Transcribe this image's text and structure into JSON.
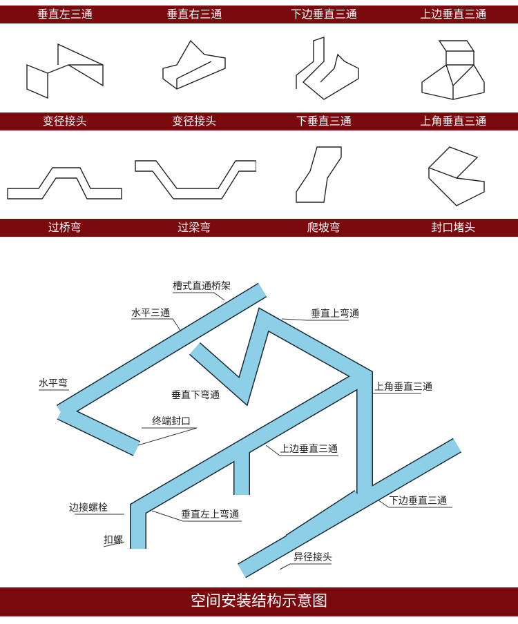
{
  "rows": [
    {
      "labels": [
        "垂直左三通",
        "垂直右三通",
        "下边垂直三通",
        "上边垂直三通"
      ]
    },
    {
      "labels": [
        "变径接头",
        "变径接头",
        "下垂直三通",
        "上角垂直三通"
      ]
    },
    {
      "labels": [
        "过桥弯",
        "过梁弯",
        "爬坡弯",
        "封口堵头"
      ]
    }
  ],
  "diagram": {
    "labels": {
      "straight": "槽式直通桥架",
      "h_tee": "水平三通",
      "v_up_bend": "垂直上弯通",
      "h_bend": "水平弯",
      "v_down_bend": "垂直下弯通",
      "corner_v_tee": "上角垂直三通",
      "end_cap": "终端封口",
      "top_v_tee": "上边垂直三通",
      "bolt": "边接螺栓",
      "bottom_v_tee": "下边垂直三通",
      "clip": "扣螺",
      "v_left_up_bend": "垂直左上弯通",
      "reducer": "异径接头"
    },
    "fill": "#8ecfe8"
  },
  "footer": "空间安装结构示意图"
}
